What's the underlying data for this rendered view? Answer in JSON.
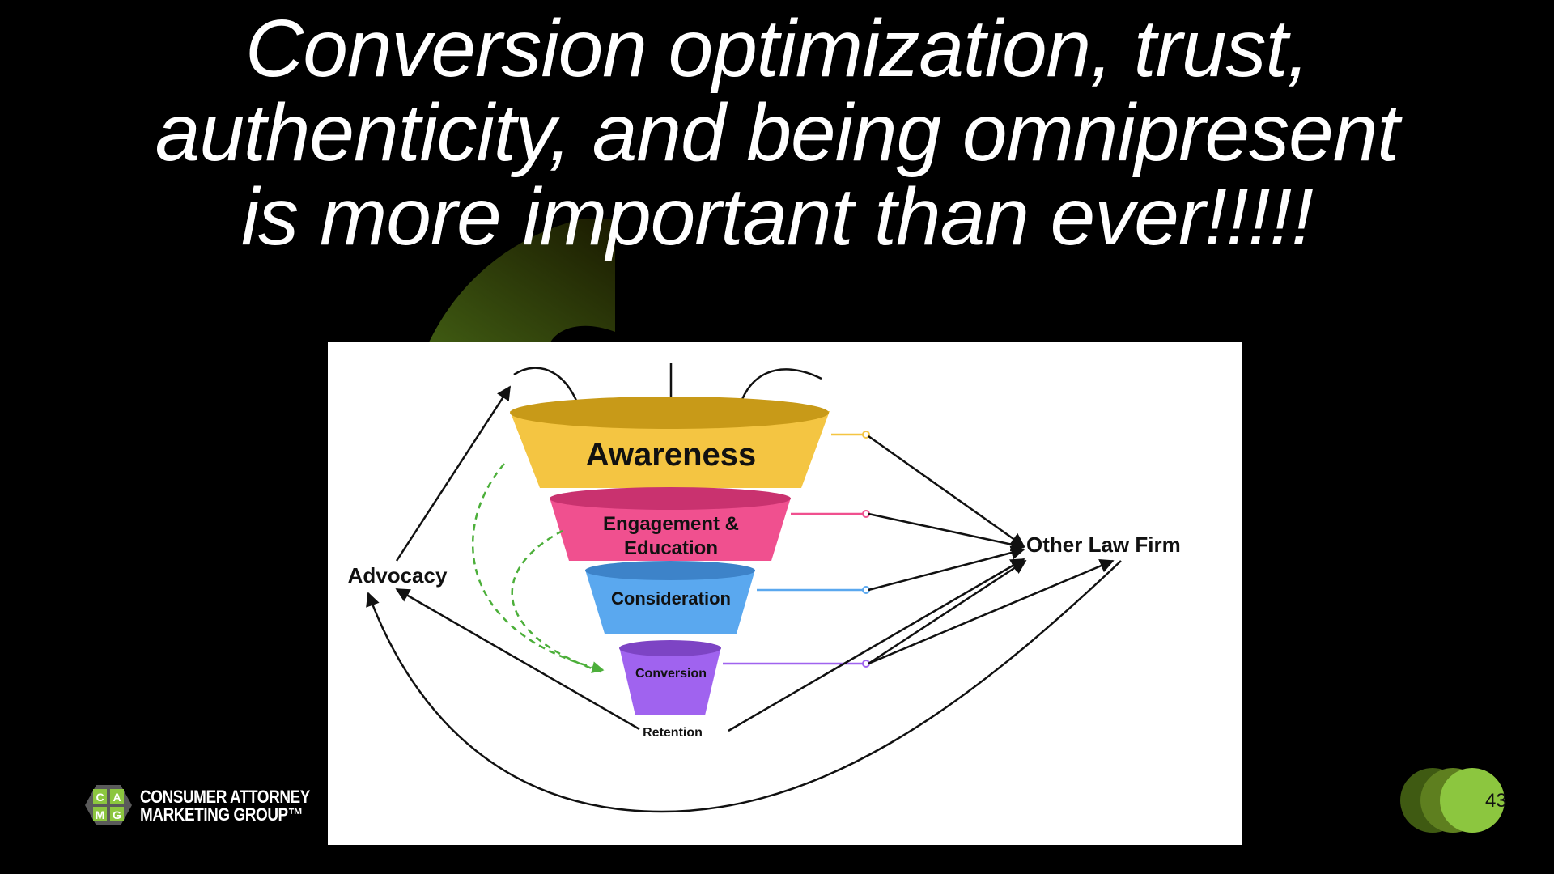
{
  "slide": {
    "title_lines": [
      "Conversion optimization, trust,",
      "authenticity, and being omnipresent",
      "is more important than ever!!!!!"
    ],
    "page_number": "43"
  },
  "diagram": {
    "stages": [
      {
        "label": "Awareness",
        "color": "#f4c542"
      },
      {
        "label_line1": "Engagement &",
        "label_line2": "Education",
        "color": "#f0508f"
      },
      {
        "label": "Consideration",
        "color": "#5aa8ef"
      },
      {
        "label": "Conversion",
        "color": "#a063ef"
      }
    ],
    "retention_label": "Retention",
    "advocacy_label": "Advocacy",
    "competitor_label": "Other Law Firm"
  },
  "logo": {
    "letters": [
      "C",
      "A",
      "M",
      "G"
    ],
    "line1": "CONSUMER ATTORNEY",
    "line2": "MARKETING GROUP™"
  },
  "colors": {
    "background": "#000000",
    "accent_green": "#8cc63f",
    "dark_green": "#4a6b1d"
  }
}
